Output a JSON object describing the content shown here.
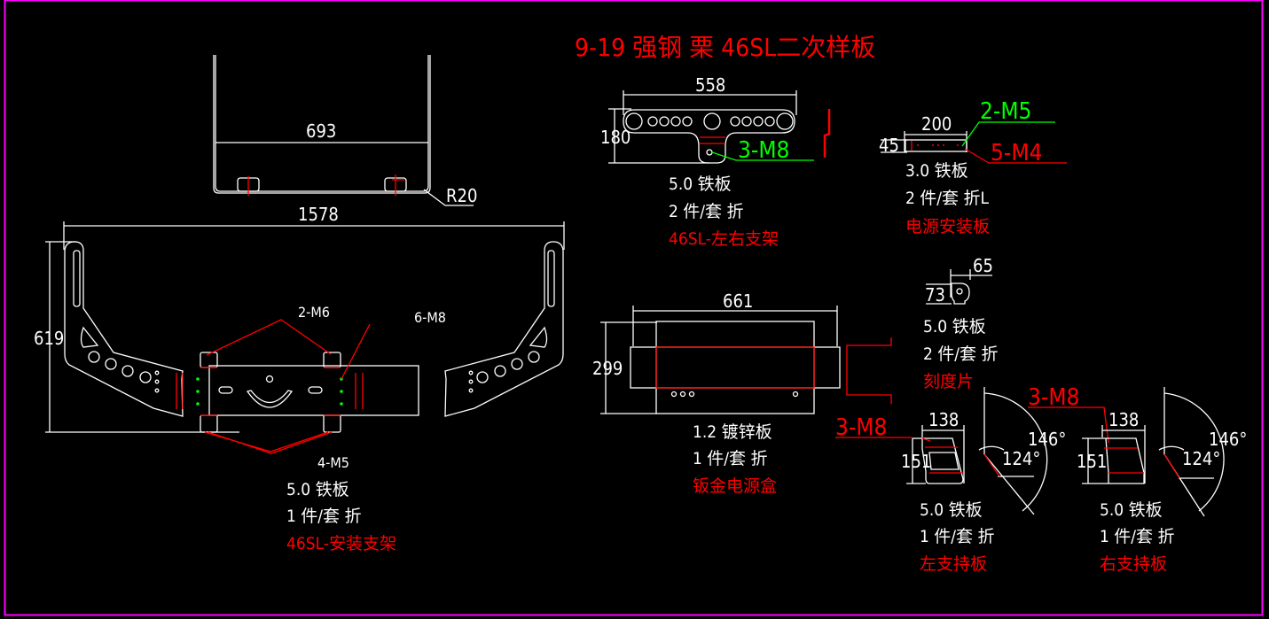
{
  "title": "9-19 强钢 栗 46SL二次样板",
  "colors": {
    "background": "#000000",
    "frame": "#ff00ff",
    "outline": "#ffffff",
    "annotation": "#ff0000",
    "callout_green": "#00ff00"
  },
  "parts": {
    "mount_frame": {
      "top_view": {
        "width_dim": "693",
        "radius_dim": "R20"
      },
      "front_view": {
        "width_dim": "1578",
        "height_dim": "619",
        "callouts": [
          "2-M6",
          "6-M8",
          "4-M5"
        ]
      },
      "material": "5.0 铁板",
      "quantity": "1 件/套 折",
      "name": "46SL-安装支架"
    },
    "side_brackets": {
      "width_dim": "558",
      "height_dim": "180",
      "callout": "3-M8",
      "material": "5.0 铁板",
      "quantity": "2 件/套 折",
      "name": "46SL-左右支架"
    },
    "power_mount_plate": {
      "width_dim": "200",
      "height_dim": "45",
      "callouts": [
        "2-M5",
        "5-M4"
      ],
      "material": "3.0 铁板",
      "quantity": "2 件/套 折L",
      "name": "电源安装板"
    },
    "scale_plate": {
      "width_dim": "65",
      "height_dim": "73",
      "material": "5.0 铁板",
      "quantity": "2 件/套 折",
      "name": "刻度片"
    },
    "power_box": {
      "width_dim": "661",
      "height_dim": "299",
      "callout": "3-M8",
      "material": "1.2 镀锌板",
      "quantity": "1 件/套 折",
      "name": "钣金电源盒"
    },
    "left_support": {
      "width_dim": "138",
      "height_dim": "151",
      "angle_outer": "146°",
      "angle_inner": "124°",
      "material": "5.0 铁板",
      "quantity": "1 件/套 折",
      "name": "左支持板"
    },
    "right_support": {
      "width_dim": "138",
      "height_dim": "151",
      "callout": "3-M8",
      "angle_outer": "146°",
      "angle_inner": "124°",
      "material": "5.0 铁板",
      "quantity": "1 件/套 折",
      "name": "右支持板"
    }
  }
}
